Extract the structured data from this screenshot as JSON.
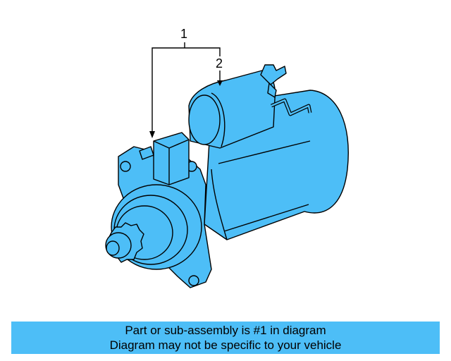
{
  "diagram": {
    "part_color": "#4dbef7",
    "outline_color": "#000000",
    "callouts": [
      {
        "label": "1"
      },
      {
        "label": "2"
      }
    ]
  },
  "caption": {
    "line1": "Part or sub-assembly is #1 in diagram",
    "line2": "Diagram may not be specific to your vehicle",
    "background_color": "#4dbef7"
  }
}
